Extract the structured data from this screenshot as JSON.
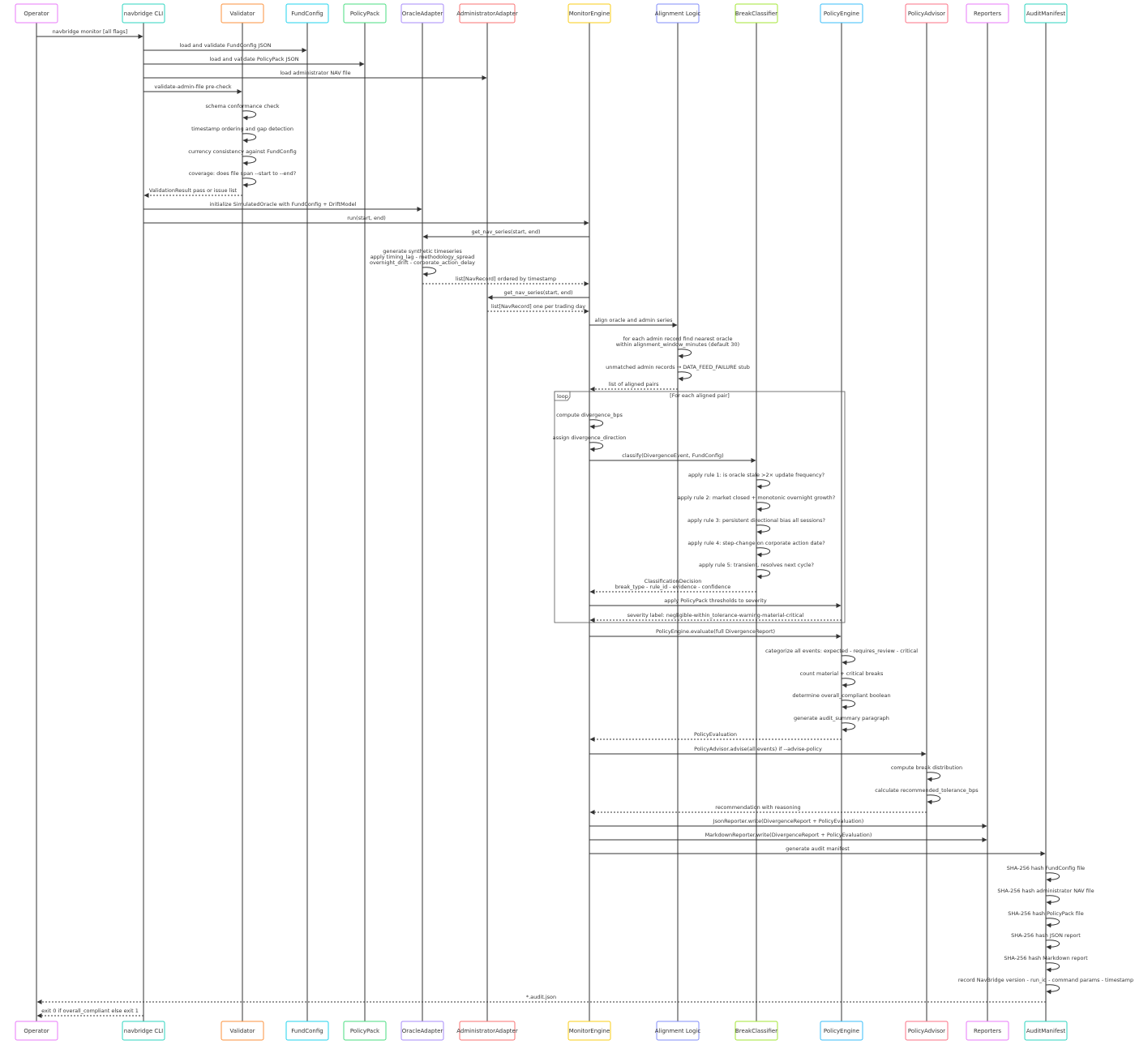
{
  "participants": [
    {
      "id": "operator",
      "label": "Operator",
      "color": "#e879f9"
    },
    {
      "id": "cli",
      "label": "navbridge CLI",
      "color": "#2dd4bf"
    },
    {
      "id": "validator",
      "label": "Validator",
      "color": "#fb923c"
    },
    {
      "id": "fundconfig",
      "label": "FundConfig",
      "color": "#22d3ee"
    },
    {
      "id": "policypack",
      "label": "PolicyPack",
      "color": "#4ade80"
    },
    {
      "id": "oracle",
      "label": "OracleAdapter",
      "color": "#a78bfa"
    },
    {
      "id": "admin",
      "label": "AdministratorAdapter",
      "color": "#f87171"
    },
    {
      "id": "monitor",
      "label": "MonitorEngine",
      "color": "#facc15"
    },
    {
      "id": "align",
      "label": "Alignment Logic",
      "color": "#818cf8"
    },
    {
      "id": "breakc",
      "label": "BreakClassifier",
      "color": "#a3e635"
    },
    {
      "id": "policyengine",
      "label": "PolicyEngine",
      "color": "#38bdf8"
    },
    {
      "id": "advisor",
      "label": "PolicyAdvisor",
      "color": "#fb7185"
    },
    {
      "id": "reporters",
      "label": "Reporters",
      "color": "#e879f9"
    },
    {
      "id": "manifest",
      "label": "AuditManifest",
      "color": "#2dd4bf"
    }
  ],
  "loop": {
    "tag": "loop",
    "condition": "[For each aligned pair]"
  },
  "messages": [
    {
      "from": "operator",
      "to": "cli",
      "type": "sync",
      "lines": [
        "navbridge monitor [all flags]"
      ]
    },
    {
      "from": "cli",
      "to": "fundconfig",
      "type": "sync",
      "lines": [
        "load and validate FundConfig JSON"
      ]
    },
    {
      "from": "cli",
      "to": "policypack",
      "type": "sync",
      "lines": [
        "load and validate PolicyPack JSON"
      ]
    },
    {
      "from": "cli",
      "to": "admin",
      "type": "sync",
      "lines": [
        "load administrator NAV file"
      ]
    },
    {
      "from": "cli",
      "to": "validator",
      "type": "sync",
      "lines": [
        "validate-admin-file pre-check"
      ]
    },
    {
      "from": "validator",
      "to": "validator",
      "type": "self",
      "lines": [
        "schema conformance check"
      ]
    },
    {
      "from": "validator",
      "to": "validator",
      "type": "self",
      "lines": [
        "timestamp ordering and gap detection"
      ]
    },
    {
      "from": "validator",
      "to": "validator",
      "type": "self",
      "lines": [
        "currency consistency against FundConfig"
      ]
    },
    {
      "from": "validator",
      "to": "validator",
      "type": "self",
      "lines": [
        "coverage: does file span --start to --end?"
      ]
    },
    {
      "from": "validator",
      "to": "cli",
      "type": "reply",
      "lines": [
        "ValidationResult pass or issue list"
      ]
    },
    {
      "from": "cli",
      "to": "oracle",
      "type": "sync",
      "lines": [
        "initialize SimulatedOracle with FundConfig + DriftModel"
      ]
    },
    {
      "from": "cli",
      "to": "monitor",
      "type": "sync",
      "lines": [
        "run(start, end)"
      ]
    },
    {
      "from": "monitor",
      "to": "oracle",
      "type": "sync",
      "lines": [
        "get_nav_series(start, end)"
      ]
    },
    {
      "from": "oracle",
      "to": "oracle",
      "type": "self",
      "lines": [
        "generate synthetic timeseries",
        "apply timing_lag - methodology_spread",
        "overnight_drift - corporate_action_delay"
      ]
    },
    {
      "from": "oracle",
      "to": "monitor",
      "type": "reply",
      "lines": [
        "list[NavRecord] ordered by timestamp"
      ]
    },
    {
      "from": "monitor",
      "to": "admin",
      "type": "sync",
      "lines": [
        "get_nav_series(start, end)"
      ]
    },
    {
      "from": "admin",
      "to": "monitor",
      "type": "reply",
      "lines": [
        "list[NavRecord] one per trading day"
      ]
    },
    {
      "from": "monitor",
      "to": "align",
      "type": "sync",
      "lines": [
        "align oracle and admin series"
      ]
    },
    {
      "from": "align",
      "to": "align",
      "type": "self",
      "lines": [
        "for each admin record find nearest oracle",
        "within alignment_window_minutes (default 30)"
      ]
    },
    {
      "from": "align",
      "to": "align",
      "type": "self",
      "lines": [
        "unmatched admin records → DATA_FEED_FAILURE stub"
      ]
    },
    {
      "from": "align",
      "to": "monitor",
      "type": "reply",
      "lines": [
        "list of aligned pairs"
      ]
    },
    {
      "from": "monitor",
      "to": "monitor",
      "type": "self",
      "lines": [
        "compute divergence_bps"
      ]
    },
    {
      "from": "monitor",
      "to": "monitor",
      "type": "self",
      "lines": [
        "assign divergence_direction"
      ]
    },
    {
      "from": "monitor",
      "to": "breakc",
      "type": "sync",
      "lines": [
        "classify(DivergenceEvent, FundConfig)"
      ]
    },
    {
      "from": "breakc",
      "to": "breakc",
      "type": "self",
      "lines": [
        "apply rule 1: is oracle stale >2× update frequency?"
      ]
    },
    {
      "from": "breakc",
      "to": "breakc",
      "type": "self",
      "lines": [
        "apply rule 2: market closed + monotonic overnight growth?"
      ]
    },
    {
      "from": "breakc",
      "to": "breakc",
      "type": "self",
      "lines": [
        "apply rule 3: persistent directional bias all sessions?"
      ]
    },
    {
      "from": "breakc",
      "to": "breakc",
      "type": "self",
      "lines": [
        "apply rule 4: step-change on corporate action date?"
      ]
    },
    {
      "from": "breakc",
      "to": "breakc",
      "type": "self",
      "lines": [
        "apply rule 5: transient, resolves next cycle?"
      ]
    },
    {
      "from": "breakc",
      "to": "monitor",
      "type": "reply",
      "lines": [
        "ClassificationDecision",
        "break_type - rule_id - evidence - confidence"
      ]
    },
    {
      "from": "monitor",
      "to": "policyengine",
      "type": "sync",
      "lines": [
        "apply PolicyPack thresholds to severity"
      ]
    },
    {
      "from": "policyengine",
      "to": "monitor",
      "type": "reply",
      "lines": [
        "severity label: negligible-within_tolerance-warning-material-critical"
      ]
    },
    {
      "from": "monitor",
      "to": "policyengine",
      "type": "sync",
      "lines": [
        "PolicyEngine.evaluate(full DivergenceReport)"
      ]
    },
    {
      "from": "policyengine",
      "to": "policyengine",
      "type": "self",
      "lines": [
        "categorize all events: expected - requires_review - critical"
      ]
    },
    {
      "from": "policyengine",
      "to": "policyengine",
      "type": "self",
      "lines": [
        "count material + critical breaks"
      ]
    },
    {
      "from": "policyengine",
      "to": "policyengine",
      "type": "self",
      "lines": [
        "determine overall_compliant boolean"
      ]
    },
    {
      "from": "policyengine",
      "to": "policyengine",
      "type": "self",
      "lines": [
        "generate audit_summary paragraph"
      ]
    },
    {
      "from": "policyengine",
      "to": "monitor",
      "type": "reply",
      "lines": [
        "PolicyEvaluation"
      ]
    },
    {
      "from": "monitor",
      "to": "advisor",
      "type": "sync",
      "lines": [
        "PolicyAdvisor.advise(all events) if --advise-policy"
      ]
    },
    {
      "from": "advisor",
      "to": "advisor",
      "type": "self",
      "lines": [
        "compute break distribution"
      ]
    },
    {
      "from": "advisor",
      "to": "advisor",
      "type": "self",
      "lines": [
        "calculate recommended_tolerance_bps"
      ]
    },
    {
      "from": "advisor",
      "to": "monitor",
      "type": "reply",
      "lines": [
        "recommendation with reasoning"
      ]
    },
    {
      "from": "monitor",
      "to": "reporters",
      "type": "sync",
      "lines": [
        "JsonReporter.write(DivergenceReport + PolicyEvaluation)"
      ]
    },
    {
      "from": "monitor",
      "to": "reporters",
      "type": "sync",
      "lines": [
        "MarkdownReporter.write(DivergenceReport + PolicyEvaluation)"
      ]
    },
    {
      "from": "monitor",
      "to": "manifest",
      "type": "sync",
      "lines": [
        "generate audit manifest"
      ]
    },
    {
      "from": "manifest",
      "to": "manifest",
      "type": "self",
      "lines": [
        "SHA-256 hash FundConfig file"
      ]
    },
    {
      "from": "manifest",
      "to": "manifest",
      "type": "self",
      "lines": [
        "SHA-256 hash administrator NAV file"
      ]
    },
    {
      "from": "manifest",
      "to": "manifest",
      "type": "self",
      "lines": [
        "SHA-256 hash PolicyPack file"
      ]
    },
    {
      "from": "manifest",
      "to": "manifest",
      "type": "self",
      "lines": [
        "SHA-256 hash JSON report"
      ]
    },
    {
      "from": "manifest",
      "to": "manifest",
      "type": "self",
      "lines": [
        "SHA-256 hash Markdown report"
      ]
    },
    {
      "from": "manifest",
      "to": "manifest",
      "type": "self",
      "lines": [
        "record NavBridge version - run_id - command params - timestamp"
      ]
    },
    {
      "from": "manifest",
      "to": "operator",
      "type": "reply",
      "lines": [
        "*.audit.json"
      ]
    },
    {
      "from": "cli",
      "to": "operator",
      "type": "reply",
      "lines": [
        "exit 0 if overall_compliant else exit 1"
      ]
    }
  ]
}
